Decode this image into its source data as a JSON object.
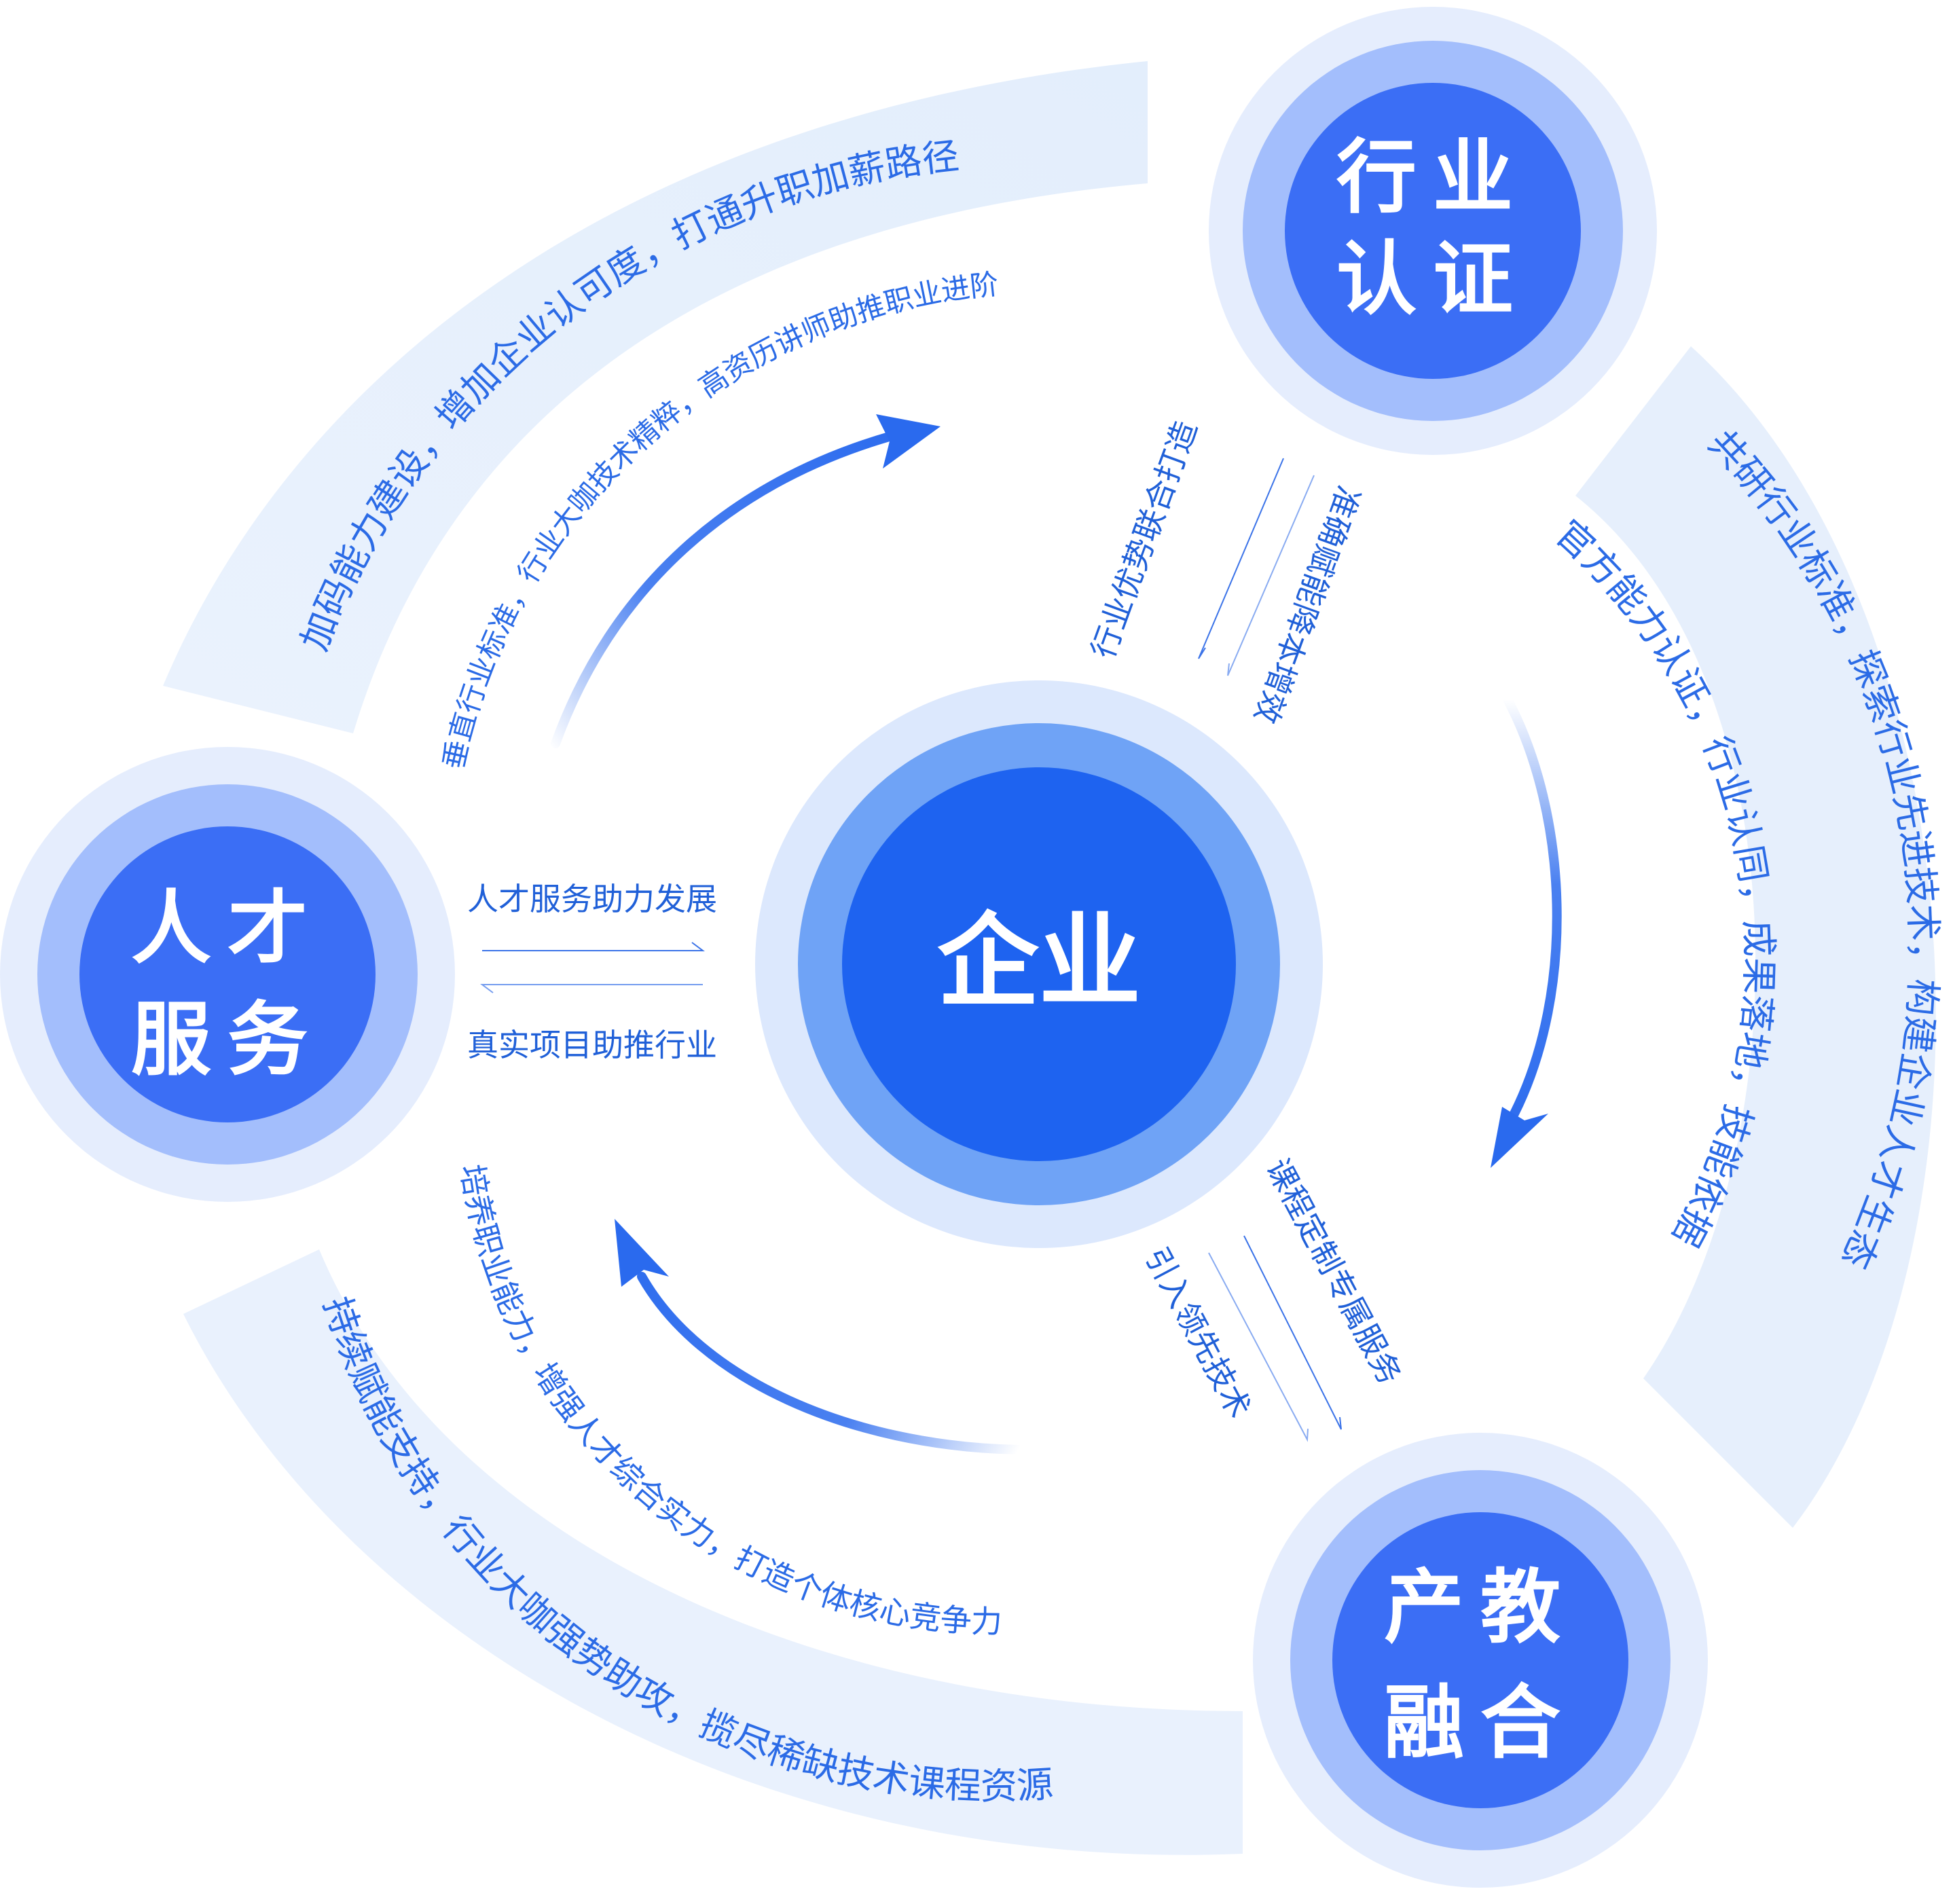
{
  "colors": {
    "band": "#E8F1FD",
    "halo": "#E5EDFD",
    "ring": "#A3BEFC",
    "core": "#3B6EF5",
    "center_ring": "#6FA3F6",
    "center_core": "#1E63F0",
    "text": "#2B6BE6",
    "arrow": "#2A6AEE"
  },
  "nodes": {
    "center": {
      "label": "企业"
    },
    "certification": {
      "line1": "行业",
      "line2": "认证"
    },
    "talent": {
      "line1": "人才",
      "line2": "服务"
    },
    "industry": {
      "line1": "产教",
      "line2": "融合"
    }
  },
  "outer_arcs": {
    "top_left": "加码能力建设，增加企业认可度，打通升职加薪路径",
    "right": "共研行业标准，探索行业先进技术，构建企业人才生态",
    "bottom": "持续赋能支持，行业大咖强势助攻，揽尽稀缺技术课程资源"
  },
  "inner_arcs": {
    "top_left": "垂直行业标准，行业大咖技术精粹，高资历讲师助推职业进阶",
    "right": "官方能力认证，行业认同，成果落地，技能依据",
    "bottom": "培养职业能力，增强人才综合实力，打造个体核心竞争力"
  },
  "links": {
    "talent_center": {
      "upper": "人才服务助力发展",
      "lower": "真实项目助推行业"
    },
    "cert_center": {
      "left": "行业优势联合打造",
      "right": "准确赋能降本增效"
    },
    "industry_center": {
      "left": "引入领先技术",
      "right": "课程定制专属服务"
    }
  }
}
